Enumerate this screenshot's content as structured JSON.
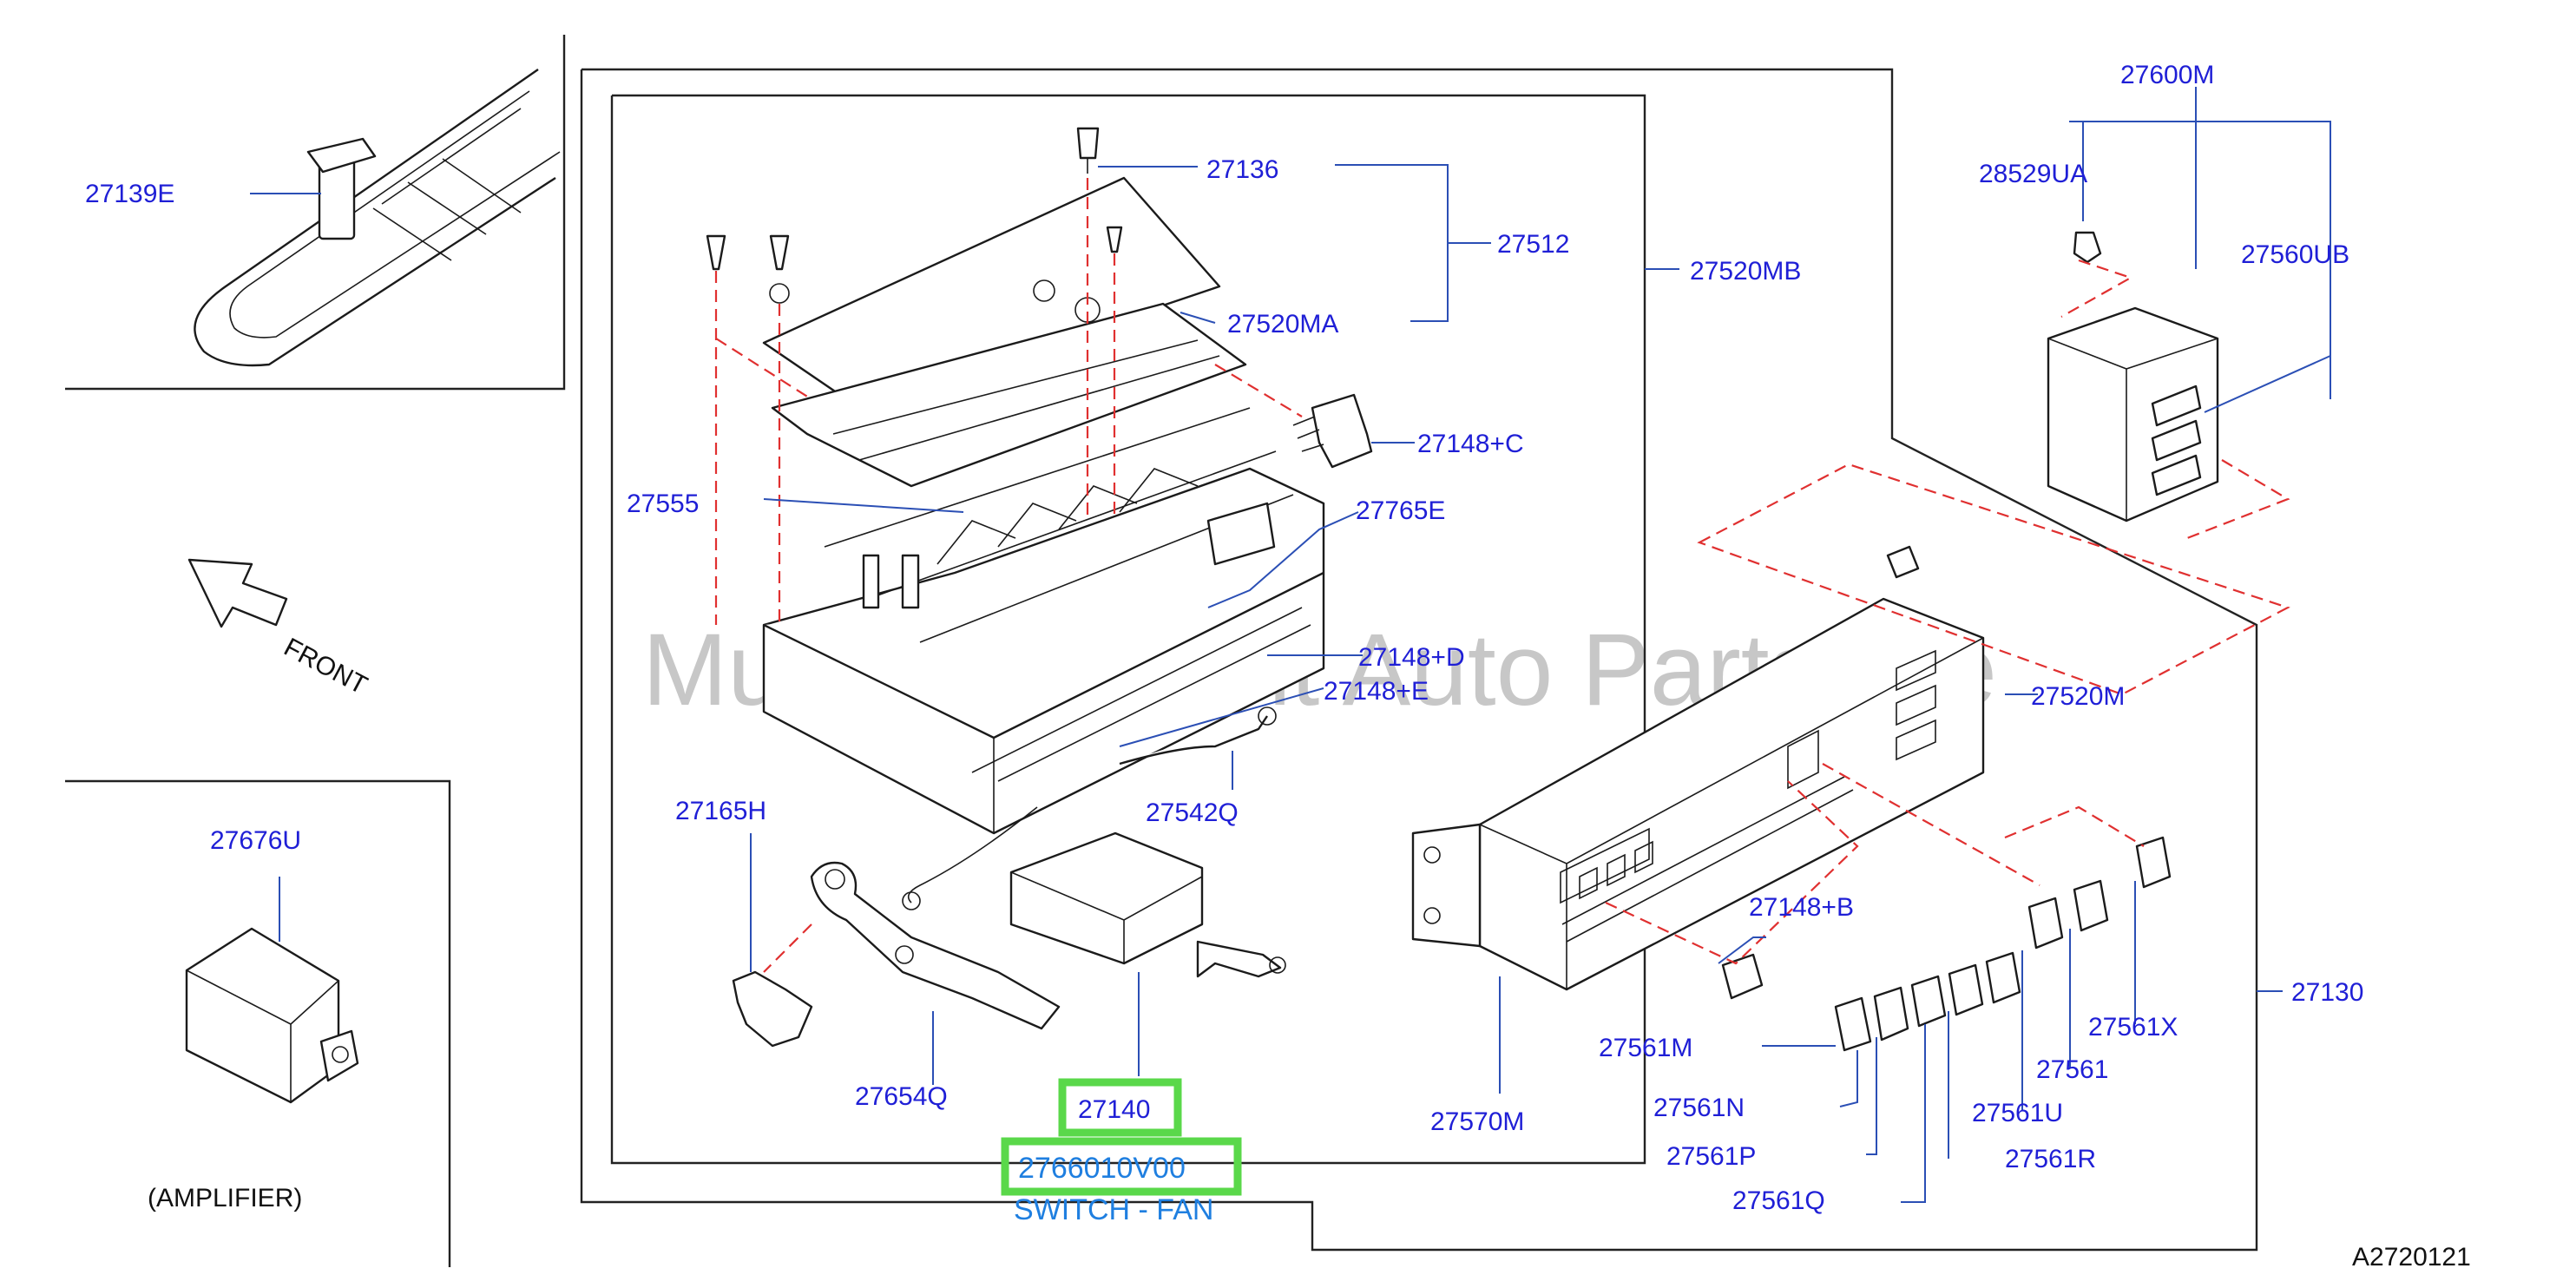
{
  "diagram_id": "A2720121",
  "watermark": "Multi-Merchant Auto Partstore",
  "front_label": "FRONT",
  "amplifier_label": "(AMPLIFIER)",
  "selected": {
    "ref": "27140",
    "part_number": "2766010V00",
    "description": "SWITCH - FAN"
  },
  "labels": {
    "p27139E": "27139E",
    "p27676U": "27676U",
    "p27136": "27136",
    "p27512": "27512",
    "p27520MA": "27520MA",
    "p27520MB": "27520MB",
    "p27148C": "27148+C",
    "p27555": "27555",
    "p27765E": "27765E",
    "p27148D": "27148+D",
    "p27148E": "27148+E",
    "p27542Q": "27542Q",
    "p27165H": "27165H",
    "p27654Q": "27654Q",
    "p27600M": "27600M",
    "p28529UA": "28529UA",
    "p27560UB": "27560UB",
    "p27520M": "27520M",
    "p27148B": "27148+B",
    "p27570M": "27570M",
    "p27561M": "27561M",
    "p27561N": "27561N",
    "p27561P": "27561P",
    "p27561Q": "27561Q",
    "p27561R": "27561R",
    "p27561U": "27561U",
    "p27561": "27561",
    "p27561X": "27561X",
    "p27130": "27130"
  }
}
